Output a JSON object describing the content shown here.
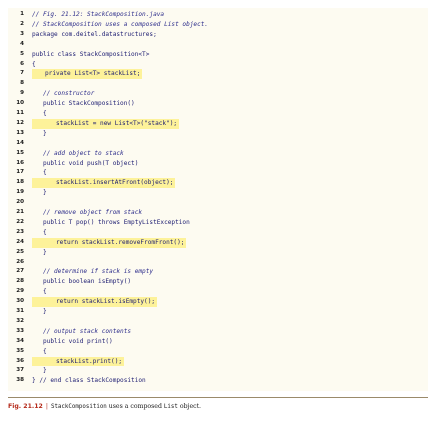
{
  "code_lines": [
    {
      "n": "1",
      "text": "// Fig. 21.12: StackComposition.java",
      "comment": true
    },
    {
      "n": "2",
      "text": "// StackComposition uses a composed List object.",
      "comment": true
    },
    {
      "n": "3",
      "text": "package com.deitel.datastructures;"
    },
    {
      "n": "4",
      "text": ""
    },
    {
      "n": "5",
      "text": "public class StackComposition<T>"
    },
    {
      "n": "6",
      "text": "{"
    },
    {
      "n": "7",
      "text": "   private List<T> stackList;",
      "hl": true
    },
    {
      "n": "8",
      "text": ""
    },
    {
      "n": "9",
      "text": "   // constructor",
      "comment": true
    },
    {
      "n": "10",
      "text": "   public StackComposition()"
    },
    {
      "n": "11",
      "text": "   {"
    },
    {
      "n": "12",
      "text": "      stackList = new List<T>(\"stack\");",
      "hl": true
    },
    {
      "n": "13",
      "text": "   }"
    },
    {
      "n": "14",
      "text": ""
    },
    {
      "n": "15",
      "text": "   // add object to stack",
      "comment": true
    },
    {
      "n": "16",
      "text": "   public void push(T object)"
    },
    {
      "n": "17",
      "text": "   {"
    },
    {
      "n": "18",
      "text": "      stackList.insertAtFront(object);",
      "hl": true
    },
    {
      "n": "19",
      "text": "   }"
    },
    {
      "n": "20",
      "text": ""
    },
    {
      "n": "21",
      "text": "   // remove object from stack",
      "comment": true
    },
    {
      "n": "22",
      "text": "   public T pop() throws EmptyListException"
    },
    {
      "n": "23",
      "text": "   {"
    },
    {
      "n": "24",
      "text": "      return stackList.removeFromFront();",
      "hl": true
    },
    {
      "n": "25",
      "text": "   }"
    },
    {
      "n": "26",
      "text": ""
    },
    {
      "n": "27",
      "text": "   // determine if stack is empty",
      "comment": true
    },
    {
      "n": "28",
      "text": "   public boolean isEmpty()"
    },
    {
      "n": "29",
      "text": "   {"
    },
    {
      "n": "30",
      "text": "      return stackList.isEmpty();",
      "hl": true
    },
    {
      "n": "31",
      "text": "   }"
    },
    {
      "n": "32",
      "text": ""
    },
    {
      "n": "33",
      "text": "   // output stack contents",
      "comment": true
    },
    {
      "n": "34",
      "text": "   public void print()"
    },
    {
      "n": "35",
      "text": "   {"
    },
    {
      "n": "36",
      "text": "      stackList.print();",
      "hl": true
    },
    {
      "n": "37",
      "text": "   }"
    },
    {
      "n": "38",
      "text": "} // end class StackComposition"
    }
  ],
  "caption": {
    "figure": "Fig. 21.12",
    "separator": "|",
    "class_name": "StackComposition",
    "middle": " uses a composed ",
    "list_name": "List",
    "end": " object."
  },
  "colors": {
    "highlight": "#fdf29a",
    "code_background": "#fdfbf1",
    "figure_label": "#b52a1a"
  }
}
